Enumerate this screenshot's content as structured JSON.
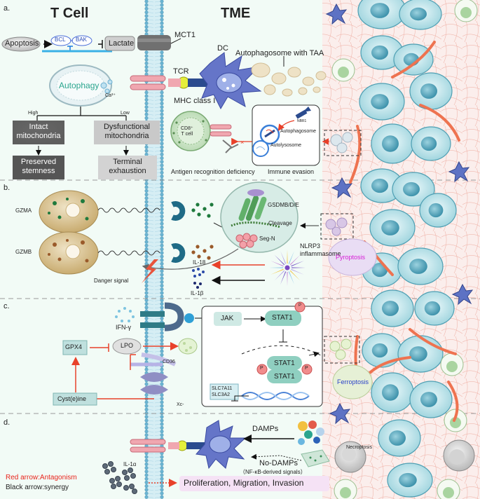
{
  "header": {
    "left_title": "T Cell",
    "right_title": "TME"
  },
  "panels": {
    "a": {
      "label": "a.",
      "apoptosis": "Apoptosis",
      "bcl": "BCL",
      "bak": "BAK",
      "lactate": "Lactate",
      "mct1": "MCT1",
      "dc": "DC",
      "tcr": "TCR",
      "mhc": "MHC class I",
      "autophagosome_taa": "Autophagosome with TAA",
      "autophagy": "Autophagy",
      "ca": "Ca²⁺",
      "high": "High",
      "low": "Low",
      "intact_mito": [
        "Intact",
        "mitochondria"
      ],
      "dysfunctional_mito": [
        "Dysfunctional",
        "mitochondria"
      ],
      "preserved_stemness": [
        "Preserved",
        "stemness"
      ],
      "terminal_exhaustion": [
        "Terminal",
        "exhaustion"
      ],
      "cd8_cell": [
        "CD8⁺",
        "T cell"
      ],
      "nbr1": "NBR1",
      "autophagosome": "Autophagosome",
      "autolysosome": "Autolysosome",
      "antigen_recognition": "Antigen recognition deficiency",
      "immune_evasion": "Immune evasion"
    },
    "b": {
      "label": "b.",
      "gzma": "GZMA",
      "gzmb": "GZMB",
      "gsdm": "GSDMB/D/E",
      "cleavage": "Cleavage",
      "segn": "Seg-N",
      "nlrp3": [
        "NLRP3",
        "inflammasome"
      ],
      "il18": "IL-18",
      "il1b": "IL-1β",
      "danger": "Danger signal",
      "pyroptosis": "Pyroptosis"
    },
    "c": {
      "label": "c.",
      "ifn": "IFN-γ",
      "jak": "JAK",
      "stat1": "STAT1",
      "p": "P",
      "gpx4": "GPX4",
      "lpo": "LPO",
      "cd36": "CD36",
      "xc": "Xc-",
      "cyst": "Cyst(e)ine",
      "slc": [
        "SLC7A11",
        "SLC3A2"
      ],
      "ferroptosis": "Ferroptosis"
    },
    "d": {
      "label": "d.",
      "damps": "DAMPs",
      "nodamps": "No-DAMPs",
      "nfkb": "（NF-κB-derived signals）",
      "il1a": "IL-1α",
      "prolif": "Proliferation, Migration, Invasion",
      "necroptosis": "Necroptosis",
      "legend_red": "Red arrow:Antagonism",
      "legend_black": "Black arrow:synergy"
    }
  },
  "colors": {
    "red_arrow": "#e8412a",
    "black_arrow": "#111111",
    "teal": "#2aa58e",
    "legend_red": "#e8241c",
    "pyroptosis": "#d61cd6",
    "ferroptosis": "#2a41c8"
  }
}
